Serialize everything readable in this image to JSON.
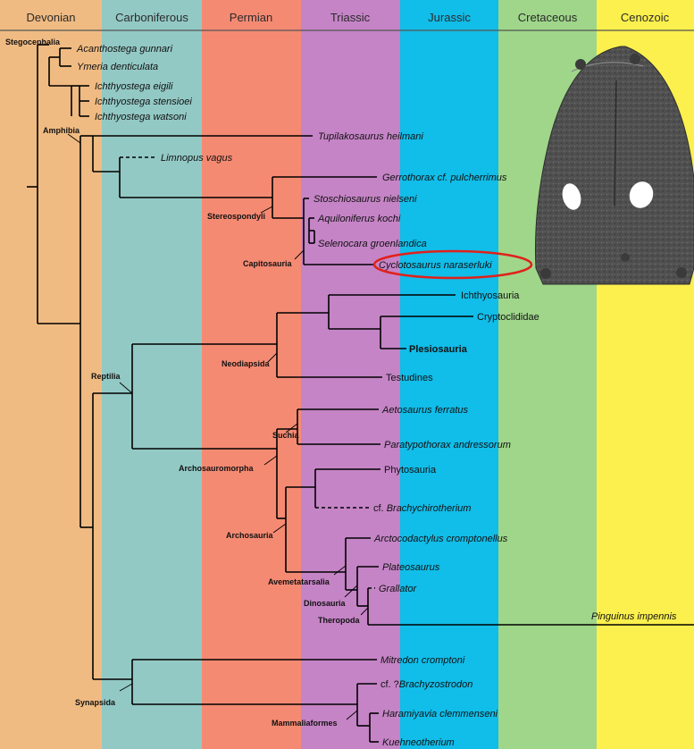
{
  "periods": [
    {
      "name": "Devonian",
      "color": "#f0bb82"
    },
    {
      "name": "Carboniferous",
      "color": "#93c9c5"
    },
    {
      "name": "Permian",
      "color": "#f58a73"
    },
    {
      "name": "Triassic",
      "color": "#c584c6"
    },
    {
      "name": "Jurassic",
      "color": "#11bde9"
    },
    {
      "name": "Cretaceous",
      "color": "#9fd68a"
    },
    {
      "name": "Cenozoic",
      "color": "#fbf04d"
    }
  ],
  "taxa": {
    "acanthostega": {
      "first": "Acanthostega",
      "second": "gunnari"
    },
    "ymeria": {
      "first": "Ymeria",
      "second": "denticulata"
    },
    "ichthyostega_eigili": {
      "first": "Ichthyostega",
      "second": "eigili"
    },
    "ichthyostega_stensioei": {
      "first": "Ichthyostega",
      "second": "stensioei"
    },
    "ichthyostega_watsoni": {
      "first": "Ichthyostega",
      "second": "watsoni"
    },
    "tupilakosaurus": {
      "first": "Tupilakosaurus",
      "second": "heilmani"
    },
    "limnopus": {
      "first": "Limnopus",
      "second": "vagus"
    },
    "gerrothorax": {
      "first": "Gerrothorax cf.",
      "second": "pulcherrimus"
    },
    "stoschiosaurus": {
      "first": "Stoschiosaurus",
      "second": "nielseni"
    },
    "aquiloniferus": {
      "first": "Aquiloniferus",
      "second": "kochi"
    },
    "selenocara": {
      "first": "Selenocara",
      "second": "groenlandica"
    },
    "cyclotosaurus": {
      "first": "Cyclotosaurus",
      "second": "naraserluki"
    },
    "ichthyosauria": "Ichthyosauria",
    "cryptoclididae": "Cryptoclididae",
    "plesiosauria": "Plesiosauria",
    "testudines": "Testudines",
    "aetosaurus": {
      "first": "Aetosaurus",
      "second": "ferratus"
    },
    "paratypothorax": {
      "first": "Paratypothorax",
      "second": "andressorum"
    },
    "phytosauria": "Phytosauria",
    "brachychirotherium": {
      "prefix": "cf.",
      "name": "Brachychirotherium"
    },
    "arctocodactylus": {
      "first": "Arctocodactylus",
      "second": "cromptonellus"
    },
    "plateosaurus": "Plateosaurus",
    "grallator": "Grallator",
    "pinguinus": {
      "first": "Pinguinus",
      "second": "impennis"
    },
    "mitredon": {
      "first": "Mitredon",
      "second": "cromptoni"
    },
    "brachyzostrodon": {
      "prefix": "cf. ?",
      "name": "Brachyzostrodon"
    },
    "haramiyavia": {
      "first": "Haramiyavia",
      "second": "clemmenseni"
    },
    "kuehneotherium": "Kuehneotherium"
  },
  "clades": {
    "stegocephalia": "Stegocephalia",
    "amphibia": "Amphibia",
    "stereospondyli": "Stereospondyli",
    "capitosauria": "Capitosauria",
    "neodiapsida": "Neodiapsida",
    "reptilia": "Reptilia",
    "suchia": "Suchia",
    "archosauromorpha": "Archosauromorpha",
    "archosauria": "Archosauria",
    "avemetatarsalia": "Avemetatarsalia",
    "dinosauria": "Dinosauria",
    "theropoda": "Theropoda",
    "synapsida": "Synapsida",
    "mammaliaformes": "Mammaliaformes"
  },
  "highlight": {
    "target": "Cyclotosaurus naraserluki",
    "color": "#e0211b"
  },
  "skull_image": {
    "subject": "Cyclotosaurus skull",
    "color": "#4a4a4a"
  }
}
